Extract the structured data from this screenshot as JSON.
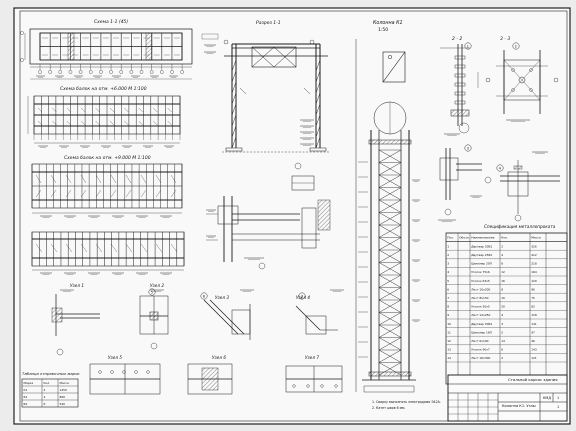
{
  "drawing": {
    "views": [
      {
        "id": "plan-top",
        "title": "Схема 1-1 (45)"
      },
      {
        "id": "plan-mid-caption",
        "title": "Схема балок на отм. +6.000 М 1:100"
      },
      {
        "id": "plan-lower-caption",
        "title": "Схема балок на отм. +9.000 М 1:100"
      },
      {
        "id": "frame",
        "title": "Разрез 1-1"
      },
      {
        "id": "column",
        "title": "Колонна К1",
        "scale": "1:50"
      },
      {
        "id": "section-2",
        "title": "2 - 2"
      },
      {
        "id": "section-3",
        "title": "3 - 3"
      },
      {
        "id": "node-a",
        "title": "Узел 1"
      },
      {
        "id": "node-b",
        "title": "Узел 2"
      },
      {
        "id": "node-c",
        "title": "Узел 3"
      },
      {
        "id": "node-d",
        "title": "Узел 4"
      },
      {
        "id": "node-e",
        "title": "Узел 5"
      },
      {
        "id": "node-f",
        "title": "Узел 6"
      },
      {
        "id": "node-g",
        "title": "Узел 7"
      }
    ],
    "callouts": [
      "1",
      "2",
      "3",
      "4",
      "5",
      "6",
      "7"
    ],
    "spec_table": {
      "title": "Спецификация металлопроката",
      "headers": [
        "Поз.",
        "Обозн.",
        "Наименование",
        "Кол.",
        "Масса"
      ],
      "rows": [
        [
          "1",
          "",
          "Двутавр 30Б1",
          "2",
          "326"
        ],
        [
          "2",
          "",
          "Двутавр 25Б1",
          "4",
          "412"
        ],
        [
          "3",
          "",
          "Швеллер 20П",
          "6",
          "218"
        ],
        [
          "4",
          "",
          "Уголок 75х6",
          "12",
          "164"
        ],
        [
          "5",
          "",
          "Уголок 63х5",
          "16",
          "120"
        ],
        [
          "6",
          "",
          "Лист 10х200",
          "8",
          "96"
        ],
        [
          "7",
          "",
          "Лист 8х150",
          "10",
          "75"
        ],
        [
          "8",
          "",
          "Уголок 50х5",
          "20",
          "82"
        ],
        [
          "9",
          "",
          "Лист 12х250",
          "4",
          "118"
        ],
        [
          "10",
          "",
          "Двутавр 20Б1",
          "3",
          "141"
        ],
        [
          "11",
          "",
          "Швеллер 16П",
          "5",
          "97"
        ],
        [
          "12",
          "",
          "Лист 6х100",
          "14",
          "46"
        ],
        [
          "13",
          "",
          "Уголок 90х7",
          "6",
          "143"
        ],
        [
          "14",
          "",
          "Лист 16х300",
          "2",
          "121"
        ]
      ]
    },
    "small_table": {
      "title": "Таблица отправочных марок",
      "headers": [
        "Марка",
        "Кол.",
        "Масса"
      ],
      "rows": [
        [
          "К1",
          "2",
          "1250"
        ],
        [
          "Б1",
          "4",
          "860"
        ],
        [
          "Б2",
          "6",
          "540"
        ]
      ]
    },
    "title_block": {
      "project": "Стальной каркас здания",
      "sheet_name": "Колонна К1. Узлы",
      "stage": "КМД",
      "sheet": "1",
      "sheets": "1"
    },
    "notes": [
      "1. Сварку выполнять электродами Э42А.",
      "2. Катет швов 6 мм."
    ]
  }
}
